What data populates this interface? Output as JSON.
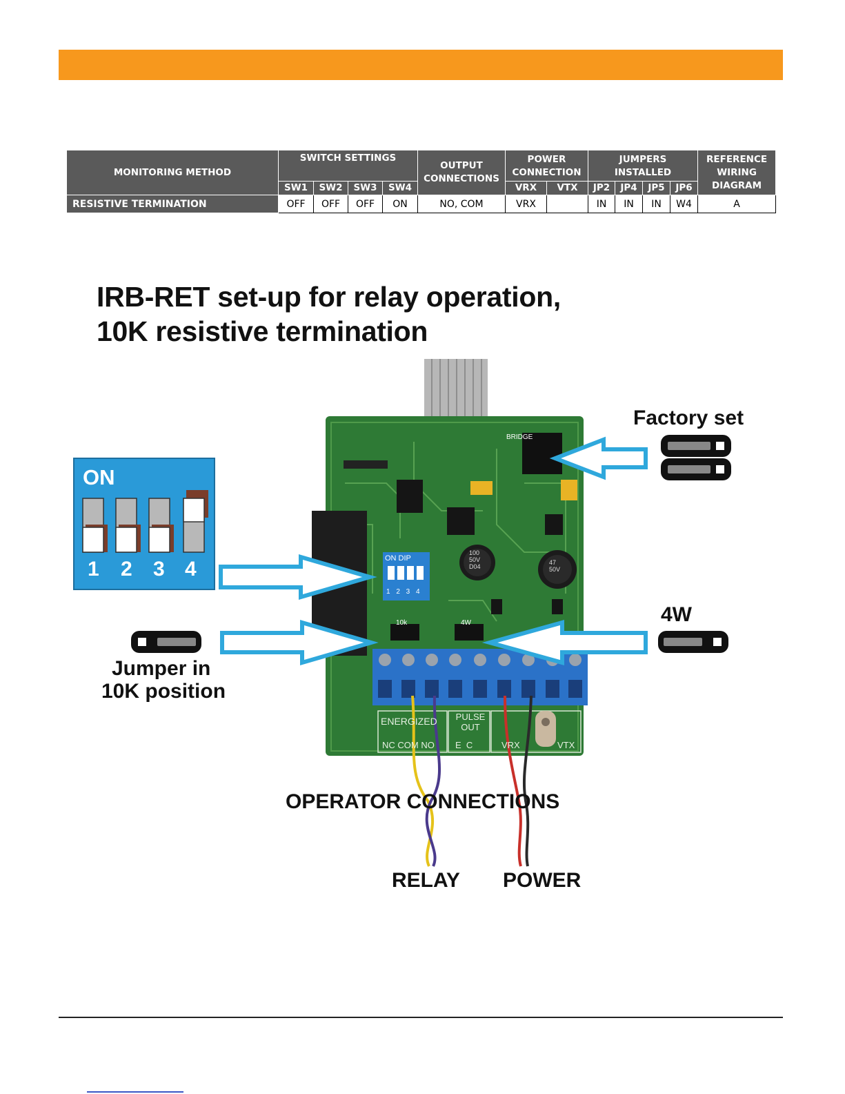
{
  "banner": {
    "color": "#f7981d"
  },
  "table": {
    "col_monitoring": "MONITORING METHOD",
    "col_switch": "SWITCH SETTINGS",
    "col_output": "OUTPUT CONNECTIONS",
    "col_power": "POWER CONNECTION",
    "col_jumpers": "JUMPERS INSTALLED",
    "col_ref": "REFERENCE WIRING DIAGRAM",
    "sub": [
      "SW1",
      "SW2",
      "SW3",
      "SW4",
      "VRX",
      "VTX",
      "JP2",
      "JP4",
      "JP5",
      "JP6"
    ],
    "row": {
      "method": "RESISTIVE TERMINATION",
      "sw1": "OFF",
      "sw2": "OFF",
      "sw3": "OFF",
      "sw4": "ON",
      "output": "NO, COM",
      "vrx": "VRX",
      "vtx": "",
      "jp2": "IN",
      "jp4": "IN",
      "jp5": "IN",
      "jp6": "W4",
      "ref": "A"
    }
  },
  "diagram": {
    "title_line1": "IRB-RET set-up for relay operation,",
    "title_line2": "10K resistive termination",
    "factory_set": "Factory set",
    "dip_on": "ON",
    "dip_numbers": [
      "1",
      "2",
      "3",
      "4"
    ],
    "jumper_in_line1": "Jumper in",
    "jumper_in_line2": "10K position",
    "fourw": "4W",
    "operator_connections": "OPERATOR CONNECTIONS",
    "relay": "RELAY",
    "power": "POWER",
    "board_dip_label": "ON   DIP",
    "board_dip_nums": "1 2 3 4",
    "board_cap1": "100\n50V\nD04",
    "board_cap2": "47\n50V",
    "board_terminal_1": "ENERGIZED",
    "board_terminal_2": "PULSE OUT",
    "board_terminal_3": "NC COM NO",
    "board_terminal_4": "E  C",
    "board_terminal_5": "VRX",
    "board_terminal_6": "VTX",
    "board_bridge": "BRIDGE",
    "board_10k": "10k",
    "board_4w": "4W"
  },
  "colors": {
    "arrow": "#2fa8dc",
    "dip_bg": "#2a9ad8",
    "pcb": "#2e7a35",
    "terminal": "#2b72c8"
  }
}
